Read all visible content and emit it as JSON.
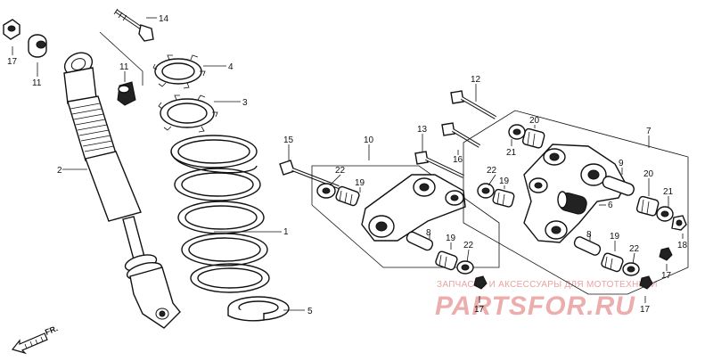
{
  "callouts": {
    "c1": "1",
    "c2": "2",
    "c3": "3",
    "c4": "4",
    "c5": "5",
    "c6": "6",
    "c7": "7",
    "c8a": "8",
    "c8b": "8",
    "c9": "9",
    "c10": "10",
    "c11a": "11",
    "c11b": "11",
    "c12": "12",
    "c13": "13",
    "c14": "14",
    "c15": "15",
    "c16": "16",
    "c17a": "17",
    "c17b": "17",
    "c17c": "17",
    "c17d": "17",
    "c18": "18",
    "c19a": "19",
    "c19b": "19",
    "c19c": "19",
    "c19d": "19",
    "c20a": "20",
    "c20b": "20",
    "c21a": "21",
    "c21b": "21",
    "c22a": "22",
    "c22b": "22",
    "c22c": "22",
    "c22d": "22"
  },
  "direction_label": "FR.",
  "watermark": {
    "line1": "ЗАПЧАСТИ И АКСЕССУАРЫ ДЛЯ МОТОТЕХНИКИ",
    "line2": "PARTSFOR.RU"
  }
}
